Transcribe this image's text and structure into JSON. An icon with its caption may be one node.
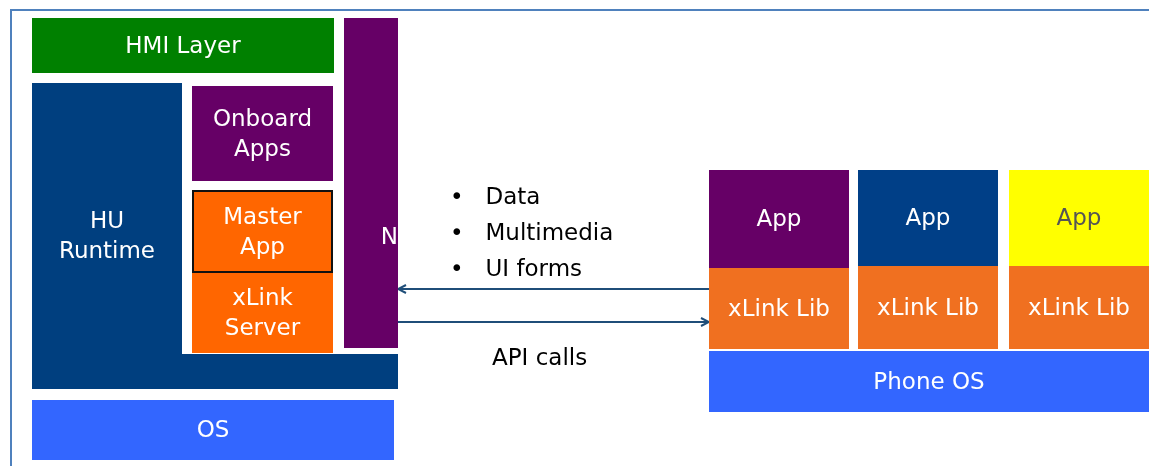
{
  "diagram": {
    "nodes": [
      {
        "text": [
          "HMI Layer"
        ]
      },
      {
        "text": [
          "HU Runtime"
        ]
      },
      {
        "text": [
          "Onboard Apps"
        ]
      },
      {
        "text": [
          "Master App"
        ]
      },
      {
        "text": [
          "xLink Server"
        ]
      },
      {
        "text": [
          "N"
        ]
      },
      {
        "text": [
          "OS"
        ]
      },
      {
        "text": [
          "App"
        ]
      },
      {
        "text": [
          "App"
        ]
      },
      {
        "text": [
          "App"
        ]
      },
      {
        "text": [
          "xLink Lib"
        ]
      },
      {
        "text": [
          "xLink Lib"
        ]
      },
      {
        "text": [
          "xLink Lib"
        ]
      },
      {
        "text": [
          "Phone OS"
        ]
      }
    ],
    "edges": [
      {
        "from": 10,
        "to": 5,
        "arrow": "to"
      },
      {
        "from": 5,
        "to": 10,
        "arrow": "to",
        "label": "API calls"
      }
    ],
    "labels": [
      "•   Data",
      "•   Multimedia",
      "•   UI forms"
    ]
  }
}
